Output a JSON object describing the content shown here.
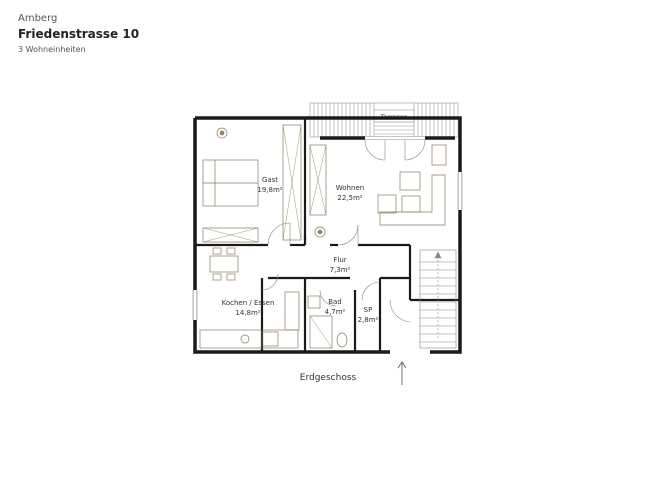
{
  "header": {
    "city": "Amberg",
    "street": "Friedenstrasse 10",
    "units": "3 Wohneinheiten"
  },
  "rooms": [
    {
      "name": "Gast",
      "area": "19,8m²"
    },
    {
      "name": "Wohnen",
      "area": "22,5m²"
    },
    {
      "name": "Flur",
      "area": "7,3m²"
    },
    {
      "name": "Kochen / Essen",
      "area": "14,8m²"
    },
    {
      "name": "Bad",
      "area": "4,7m²"
    },
    {
      "name": "SP",
      "area": "2,8m²"
    }
  ],
  "terrace_label": "Terrasse",
  "floor_label": "Erdgeschoss",
  "colors": {
    "wall": "#1a1a1a",
    "furniture": "#8a7a5c",
    "line": "#999999",
    "plant": "#a08a5a"
  }
}
